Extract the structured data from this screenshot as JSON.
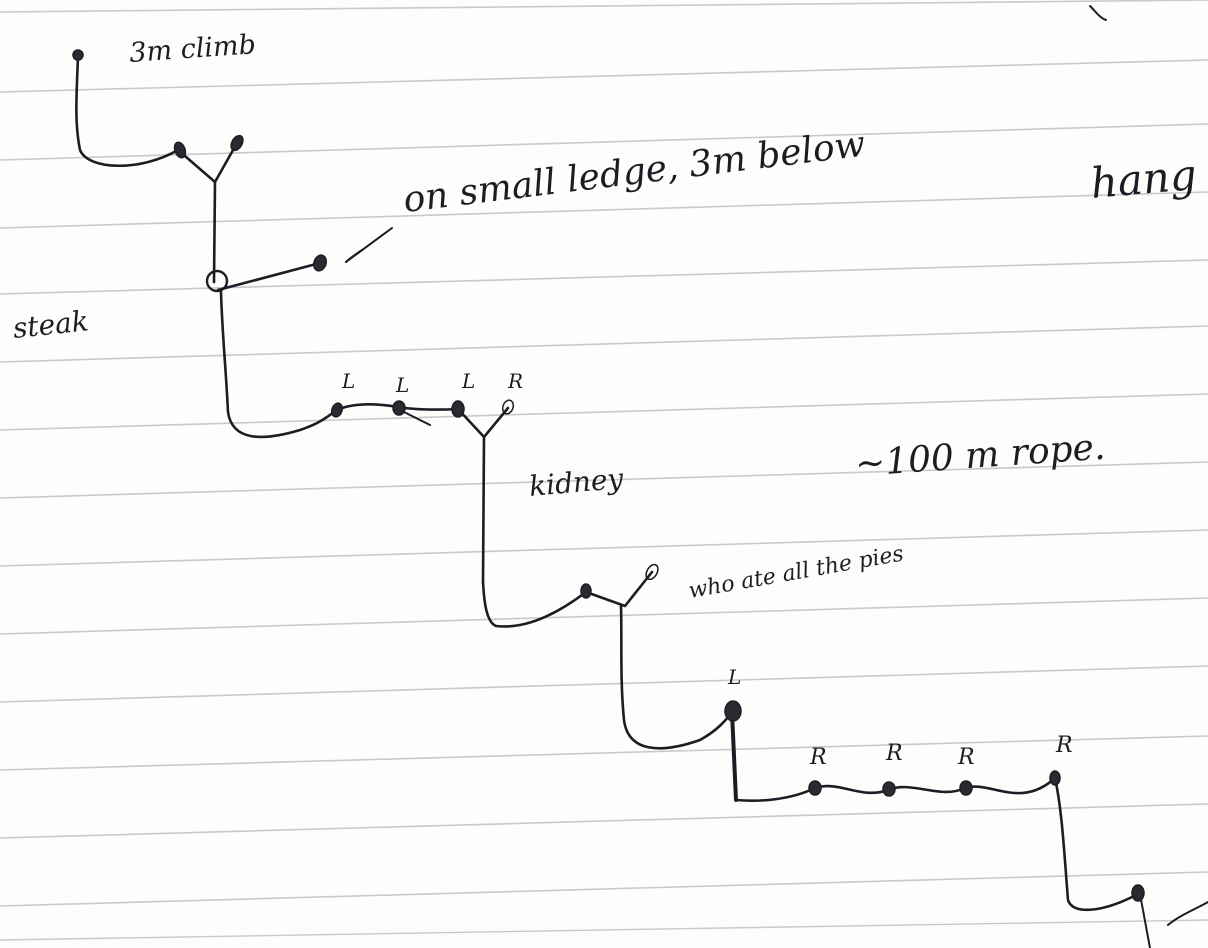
{
  "title": "3m climb",
  "notes": {
    "ledge": "on small ledge, 3m below",
    "hang": "hang",
    "steak": "steak",
    "kidney": "kidney",
    "rope": "~100 m rope.",
    "pies": "who ate all the pies"
  },
  "bolt_labels": {
    "l1": "L",
    "l2": "L",
    "l3": "L",
    "r1": "R",
    "l4": "L",
    "r2": "R",
    "r3": "R",
    "r4": "R",
    "r5": "R"
  },
  "colors": {
    "ink": "#1c1c24",
    "paper": "#fdfdfc",
    "rule": "#c7c9cc"
  }
}
